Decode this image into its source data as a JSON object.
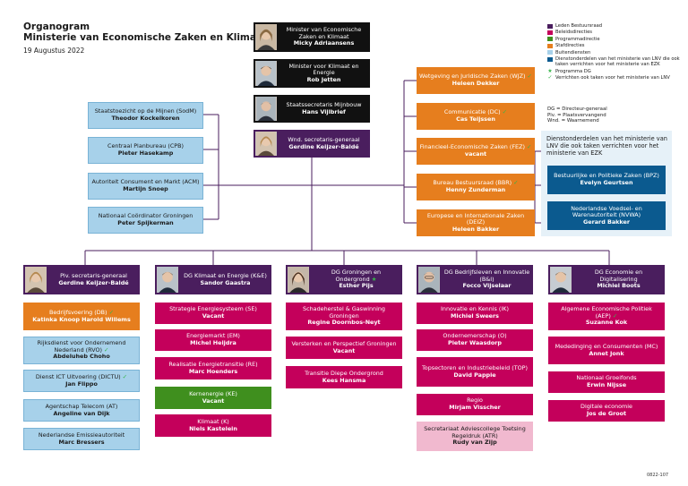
{
  "header": {
    "title_line1": "Organogram",
    "title_line2": "Ministerie van Economische Zaken en Klimaat",
    "date": "19 Augustus 2022"
  },
  "colors": {
    "top_leadership": "#111111",
    "leden_bestuursraad": "#4a1e5e",
    "beleidsdirecties": "#c4005b",
    "programmadirectie": "#3f8f1e",
    "stafdirecties": "#e67e1e",
    "buitendiensten": "#a7d1ea",
    "dienstonderdelen": "#0b5a8f",
    "programma_dg_star": "#36b54a"
  },
  "legend": {
    "items": [
      {
        "label": "Leden Bestuursraad",
        "color": "#4a1e5e",
        "kind": "swatch"
      },
      {
        "label": "Beleidsdirecties",
        "color": "#c4005b",
        "kind": "swatch"
      },
      {
        "label": "Programmadirectie",
        "color": "#3f8f1e",
        "kind": "swatch"
      },
      {
        "label": "Stafdirecties",
        "color": "#e67e1e",
        "kind": "swatch"
      },
      {
        "label": "Buitendiensten",
        "color": "#a7d1ea",
        "kind": "swatch"
      },
      {
        "label": "Dienstonderdelen van het ministerie van LNV die ook taken verrichten voor het ministerie van EZK",
        "color": "#0b5a8f",
        "kind": "swatch"
      },
      {
        "label": "Programma DG",
        "color": "#36b54a",
        "kind": "star"
      },
      {
        "label": "Verrichten ook taken voor het ministerie van LNV",
        "color": "#36b54a",
        "kind": "check"
      }
    ],
    "abbreviations": [
      "DG = Directeur-generaal",
      "Plv. = Plaatsvervangend",
      "Wnd. = Waarnemend"
    ]
  },
  "top": [
    {
      "label": "Minister van Economische Zaken en Klimaat",
      "name": "Micky Adriaansens"
    },
    {
      "label": "Minister voor Klimaat en Energie",
      "name": "Rob Jetten"
    },
    {
      "label": "Staatssecretaris Mijnbouw",
      "name": "Hans Vijlbrief"
    },
    {
      "label": "Wnd. secretaris-generaal",
      "name": "Gerdine Keijzer-Baldé"
    }
  ],
  "left_services": [
    {
      "label": "Staatstoezicht op de Mijnen (SodM)",
      "name": "Theodor Kockelkoren"
    },
    {
      "label": "Centraal Planbureau (CPB)",
      "name": "Pieter Hasekamp"
    },
    {
      "label": "Autoriteit Consument en Markt (ACM)",
      "name": "Martijn Snoep"
    },
    {
      "label": "Nationaal Coördinator Groningen",
      "name": "Peter Spijkerman"
    }
  ],
  "staff": [
    {
      "label": "Wetgeving en Juridische Zaken (WJZ)",
      "name": "Heleen Dekker",
      "check": true
    },
    {
      "label": "Communicatie (DC)",
      "name": "Cas Teijssen",
      "check": true
    },
    {
      "label": "Financieel-Economische Zaken (FEZ)",
      "name": "vacant",
      "check": true
    },
    {
      "label": "Bureau Bestuursraad (BBR)",
      "name": "Henny Zunderman",
      "check": true
    },
    {
      "label": "Europese en Internationale Zaken (DEIZ)",
      "name": "Heleen Bakker",
      "check": false
    }
  ],
  "lnv_panel": {
    "title": "Dienstonderdelen van het ministerie van LNV die ook taken verrichten voor het ministerie van EZK",
    "items": [
      {
        "label": "Bestuurlijke en Politieke Zaken (BPZ)",
        "name": "Evelyn Geurtsen"
      },
      {
        "label": "Nederlandse Voedsel- en Warenautoriteit (NVWA)",
        "name": "Gerard Bakker"
      }
    ]
  },
  "columns": [
    {
      "head": {
        "label": "Plv. secretaris-generaal",
        "name": "Gerdine Keijzer-Baldé",
        "star": false
      },
      "units": [
        {
          "label": "Bedrijfsvoering (DB)",
          "name": "Katinka Knoop Harold Willems",
          "color": "orange",
          "check": true
        },
        {
          "label": "Rijksdienst voor Ondernemend Nederland (RVO)",
          "name": "Abdeluheb Choho",
          "color": "lightblue",
          "check": true
        },
        {
          "label": "Dienst ICT Uitvoering (DICTU)",
          "name": "Jan Flippo",
          "color": "lightblue",
          "check": true
        },
        {
          "label": "Agentschap Telecom (AT)",
          "name": "Angeline van Dijk",
          "color": "lightblue",
          "check": false
        },
        {
          "label": "Nederlandse Emissieautoriteit",
          "name": "Marc Bressers",
          "color": "lightblue",
          "check": false
        }
      ]
    },
    {
      "head": {
        "label": "DG Klimaat en Energie (K&E)",
        "name": "Sandor Gaastra",
        "star": false
      },
      "units": [
        {
          "label": "Strategie Energiesysteem (SE)",
          "name": "Vacant",
          "color": "magenta",
          "check": false
        },
        {
          "label": "Energiemarkt (EM)",
          "name": "Michel Heijdra",
          "color": "magenta",
          "check": false
        },
        {
          "label": "Realisatie Energietransitie (RE)",
          "name": "Marc Hoenders",
          "color": "magenta",
          "check": false
        },
        {
          "label": "Kernenergie (KE)",
          "name": "Vacant",
          "color": "green",
          "check": false
        },
        {
          "label": "Klimaat (K)",
          "name": "Niels Kastelein",
          "color": "magenta",
          "check": false
        }
      ]
    },
    {
      "head": {
        "label": "DG Groningen en Ondergrond",
        "name": "Esther Pijs",
        "star": true
      },
      "units": [
        {
          "label": "Schadeherstel & Gaswinning Groningen",
          "name": "Regine Doornbos-Neyt",
          "color": "magenta",
          "check": false
        },
        {
          "label": "Versterken en Perspectief Groningen",
          "name": "Vacant",
          "color": "magenta",
          "check": false
        },
        {
          "label": "Transitie Diepe Ondergrond",
          "name": "Kees Hansma",
          "color": "magenta",
          "check": false
        }
      ]
    },
    {
      "head": {
        "label": "DG Bedrijfsleven en Innovatie (B&I)",
        "name": "Focco Vijselaar",
        "star": false
      },
      "units": [
        {
          "label": "Innovatie en Kennis (IK)",
          "name": "Michiel Sweers",
          "color": "magenta",
          "check": false
        },
        {
          "label": "Ondernemerschap (O)",
          "name": "Pieter Waasdorp",
          "color": "magenta",
          "check": false
        },
        {
          "label": "Topsectoren en Industriebeleid (TOP)",
          "name": "David Pappie",
          "color": "magenta",
          "check": false
        },
        {
          "label": "Regio",
          "name": "Mirjam Visscher",
          "color": "magenta",
          "check": false
        },
        {
          "label": "Secretariaat Adviescollege Toetsing Regeldruk (ATR)",
          "name": "Rudy van Zijp",
          "color": "pink",
          "check": false
        }
      ]
    },
    {
      "head": {
        "label": "DG Economie en Digitalisering",
        "name": "Michiel Boots",
        "star": false
      },
      "units": [
        {
          "label": "Algemene Economische Politiek (AEP)",
          "name": "Suzanne Kok",
          "color": "magenta",
          "check": true
        },
        {
          "label": "Mededinging en Consumenten (MC)",
          "name": "Annet Jonk",
          "color": "magenta",
          "check": false
        },
        {
          "label": "Nationaal Groeifonds",
          "name": "Erwin Nijsse",
          "color": "magenta",
          "check": false
        },
        {
          "label": "Digitale economie",
          "name": "Jos de Groot",
          "color": "magenta",
          "check": false
        }
      ]
    }
  ],
  "footer": {
    "code": "0822-107"
  }
}
